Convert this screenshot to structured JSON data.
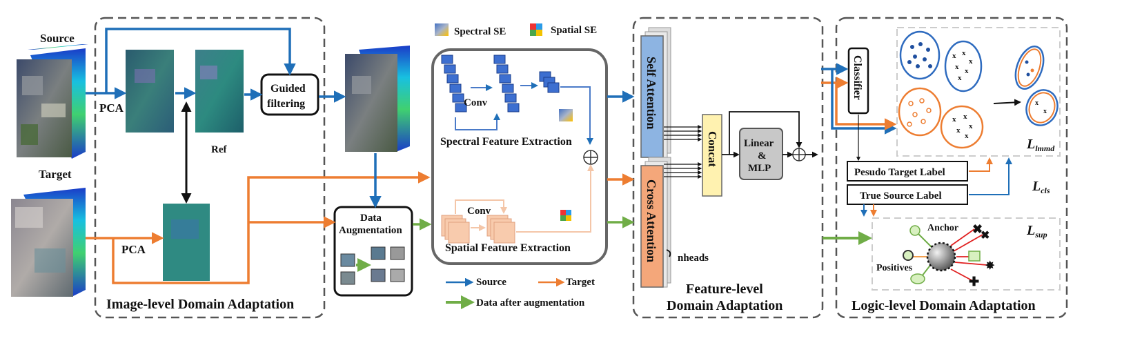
{
  "labels": {
    "source": "Source",
    "target": "Target",
    "pca": "PCA",
    "ref": "Ref",
    "guided_l1": "Guided",
    "guided_l2": "filtering",
    "data_aug_l1": "Data",
    "data_aug_l2": "Augmentation",
    "spectral_se": "Spectral SE",
    "spatial_se": "Spatial SE",
    "conv": "Conv",
    "spectral_fe": "Spectral  Feature Extraction",
    "spatial_fe": "Spatial Feature Extraction",
    "self_attention": "Self Attention",
    "cross_attention": "Cross Attention",
    "nheads": "nheads",
    "concat": "Concat",
    "linear_l1": "Linear",
    "linear_l2": "&",
    "linear_l3": "MLP",
    "classifier": "Classifier",
    "pseudo_target_label": "Pesudo Target Label",
    "true_source_label": "True Source Label",
    "l_lmmd_sym": "L",
    "l_lmmd_sub": "lmmd",
    "l_cls_sym": "L",
    "l_cls_sub": "cls",
    "l_sup_sym": "L",
    "l_sup_sub": "sup",
    "anchor": "Anchor",
    "positives": "Positives"
  },
  "legend": {
    "source": "Source",
    "target": "Target",
    "augmented": "Data after augmentation"
  },
  "sections": {
    "image_level": "Image-level Domain Adaptation",
    "feature_level_l1": "Feature-level",
    "feature_level_l2": "Domain Adaptation",
    "logic_level": "Logic-level Domain Adaptation"
  },
  "colors": {
    "source": "#1f6fb8",
    "target": "#ed7d31",
    "augmented": "#70ad47",
    "self_attention": "#8db4e2",
    "cross_attention": "#f4a77a",
    "concat": "#fff2b0",
    "linear": "#c8c8c8"
  }
}
